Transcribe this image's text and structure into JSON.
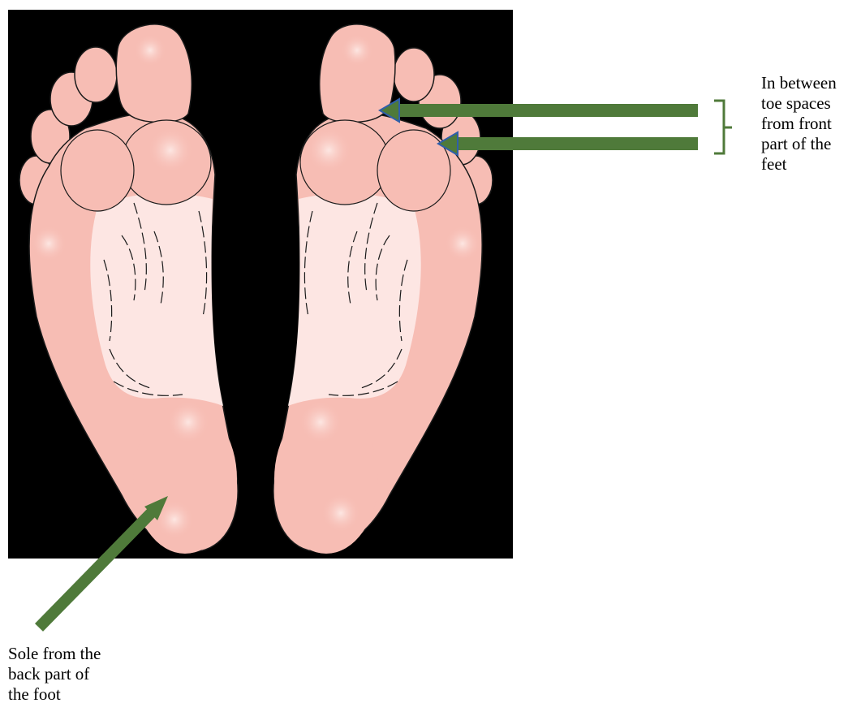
{
  "labels": {
    "toe_spaces": "In between\ntoe spaces\nfrom front\npart of the\nfeet",
    "sole": "Sole from the\nback part of\nthe foot"
  },
  "colors": {
    "background_panel": "#000000",
    "skin": "#f7bdb4",
    "skin_light": "#fde6e3",
    "skin_highlight": "#fcd6d0",
    "outline": "#1a1a1a",
    "arrow": "#4f7a3a",
    "arrow_head_outline": "#2f5faa",
    "bracket": "#4f7a3a"
  },
  "icons": {
    "feet": "feet-sole-illustration",
    "arrows": "arrow-icon",
    "bracket": "bracket-icon"
  }
}
